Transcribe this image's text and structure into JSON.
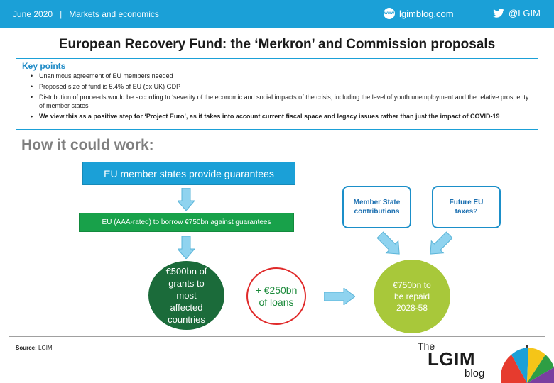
{
  "header": {
    "date": "June 2020",
    "separator": "|",
    "section": "Markets and economics",
    "site": "lgimblog.com",
    "twitter": "@LGIM"
  },
  "title": "European Recovery Fund: the ‘Merkron’ and Commission proposals",
  "key_points": {
    "heading": "Key points",
    "items": [
      "Unanimous agreement of EU members needed",
      "Proposed size of fund is 5.4% of EU (ex UK) GDP",
      "Distribution of proceeds would be according to ‘severity of the economic and social impacts of the crisis, including the level of youth unemployment and the relative prosperity of member states’",
      "We view this as a positive step for ‘Project Euro’, as it takes into account current fiscal space and legacy issues rather than just the impact of COVID-19"
    ]
  },
  "subheading": "How it could work:",
  "flow": {
    "guarantees": "EU member states provide guarantees",
    "borrow": "EU (AAA-rated) to borrow €750bn against guarantees",
    "grants": [
      "€500bn of",
      "grants to",
      "most",
      "affected",
      "countries"
    ],
    "loans": [
      "+ €250bn",
      "of loans"
    ],
    "repaid": [
      "€750bn to",
      "be repaid",
      "2028-58"
    ],
    "member_state": [
      "Member State",
      "contributions"
    ],
    "future_eu": [
      "Future EU",
      "taxes?"
    ]
  },
  "footer": {
    "source_label": "Source:",
    "source_value": "LGIM",
    "brand_the": "The",
    "brand_lgim": "LGIM",
    "brand_blog": "blog"
  },
  "colors": {
    "brand_blue": "#1ba0d7",
    "green": "#18a14a",
    "dark_green": "#1b6b3a",
    "lime": "#a8c83a",
    "red": "#e02a2a",
    "arrow_fill": "#8fd3ef"
  }
}
